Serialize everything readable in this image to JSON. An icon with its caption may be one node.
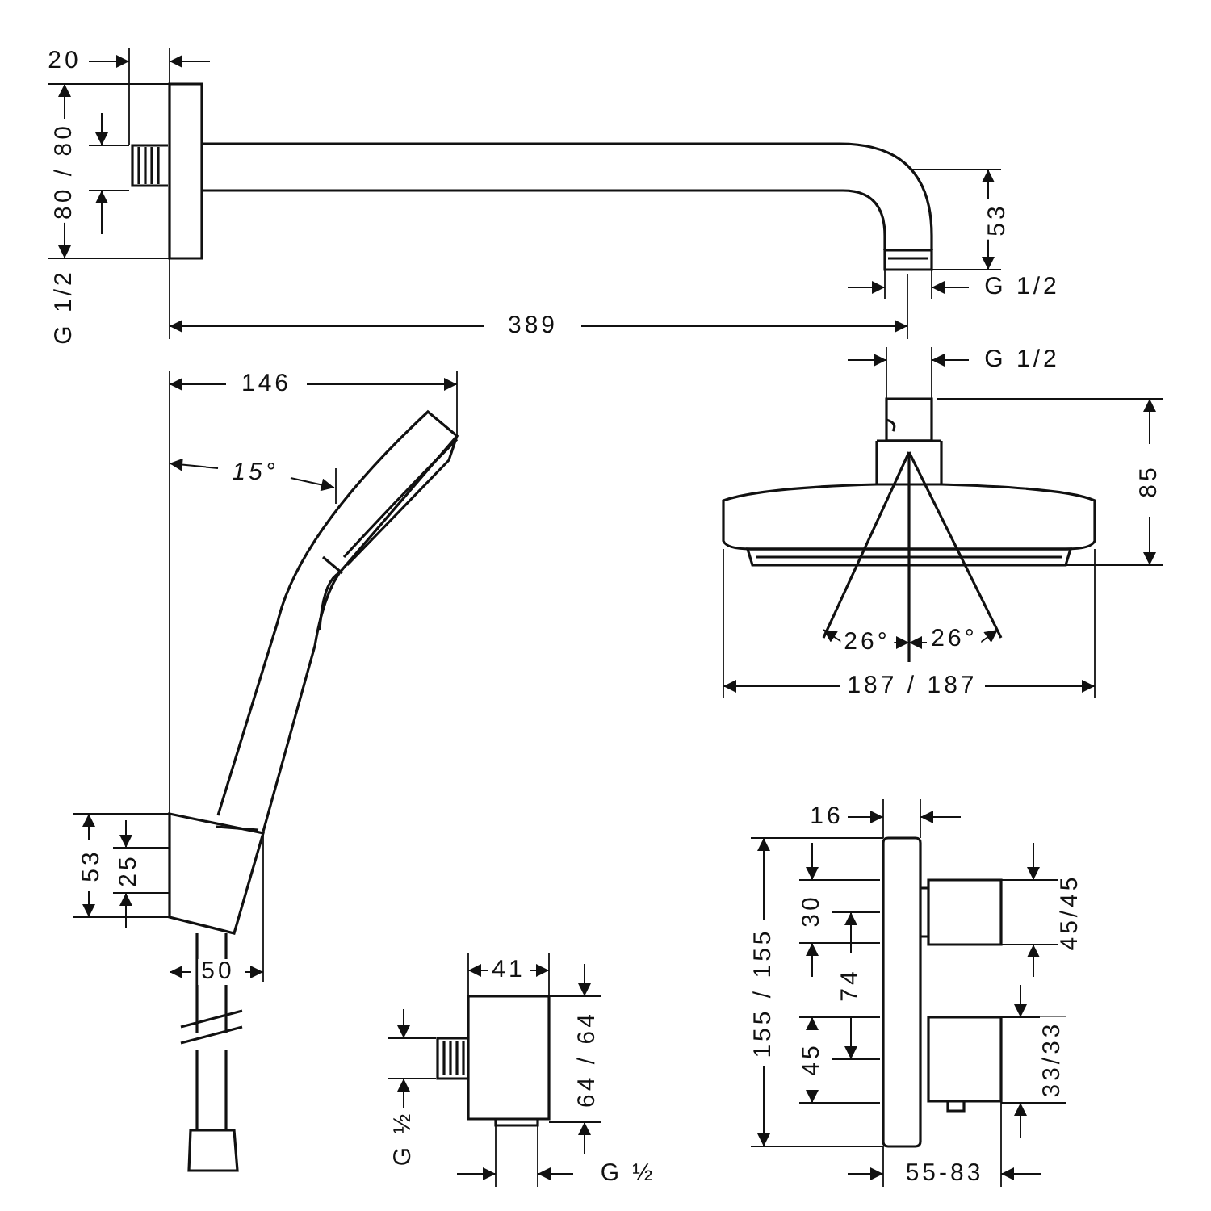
{
  "diagram": {
    "labels": [
      "20",
      "80 / 80",
      "G 1/2",
      "53",
      "G 1/2",
      "389",
      "G 1/2",
      "146",
      "15°",
      "85",
      "26°",
      "26°",
      "187 / 187",
      "53",
      "25",
      "50",
      "16",
      "155 / 155",
      "30",
      "45/45",
      "41",
      "74",
      "64 / 64",
      "45",
      "33/33",
      "G ½",
      "G ½",
      "55-83"
    ]
  }
}
